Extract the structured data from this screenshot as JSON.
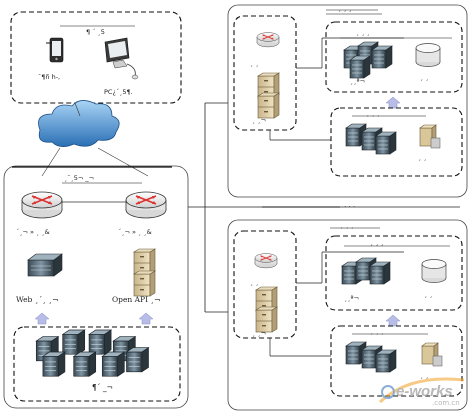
{
  "diagram": {
    "client_box_label": "¶ ´ ¸5",
    "mobile_label": "¯¶ñ h-,",
    "pc_label": "PC¿´¸5¶.",
    "left_main_label": "¸¯¸5¬ _¬",
    "router1_label": "´¸¬ » ¸ ¸&",
    "router2_label": "´¸¬ » ¸ ¸&",
    "web_label": "Web ¸´¸ ¸¬",
    "openapi_label": "Open API ¸¬",
    "cluster_label": "¶´ _¬",
    "ellipsis": "· · ·",
    "right_top": {
      "title": "¸ ¸ ¸",
      "group_title": "¸ ¸ ¸",
      "router_label": "¸ ¸",
      "storage_label": "¸ ¸¬",
      "servers_label": "¸¸ª¬",
      "db_label": "¸ ¸",
      "lower_title": "¸ ¸ ¸",
      "lower_label": "¸ ¸"
    },
    "right_bottom": {
      "title": "¸ ¸ ¸",
      "group_title": "¸ ¸ ¸",
      "router_label": "¸ ¸",
      "storage_label": "¸ ¸¬",
      "servers_label": "¸¸ª¬",
      "db_label": "¸ ¸",
      "lower_title": "¸ ¸ ¸",
      "lower_label": "¸ ¸"
    },
    "watermark": "e-works",
    "watermark_domain": ".com.cn"
  }
}
